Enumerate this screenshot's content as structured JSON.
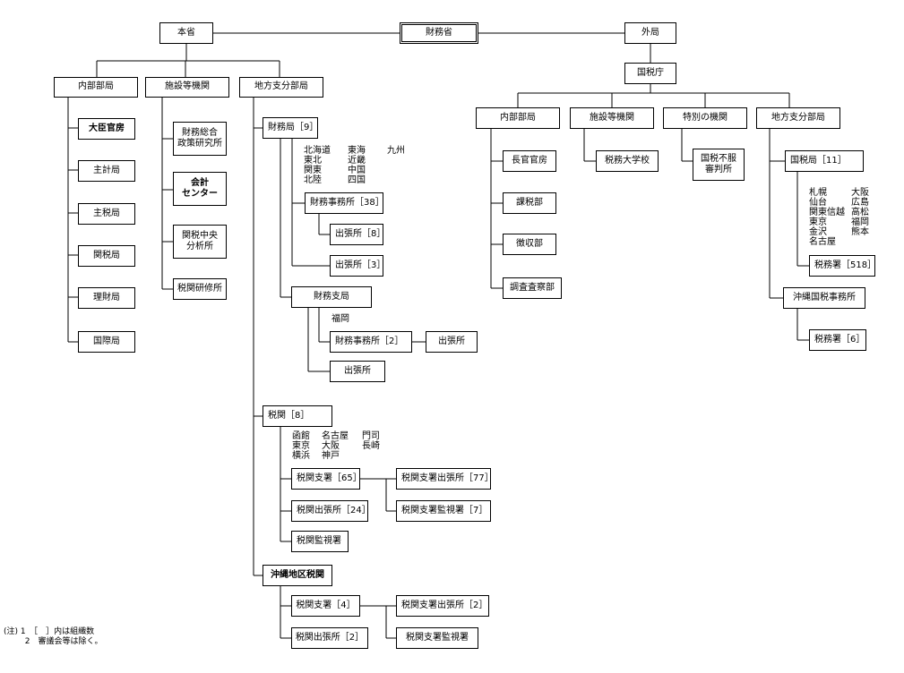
{
  "root": "財務省",
  "honsho": "本省",
  "gaikyoku": "外局",
  "kokuzeicho": "国税庁",
  "honsho_branches": {
    "naibu": "内部部局",
    "shisetsu": "施設等機関",
    "chiho": "地方支分部局"
  },
  "naibu_items": [
    "大臣官房",
    "主計局",
    "主税局",
    "関税局",
    "理財局",
    "国際局"
  ],
  "shisetsu_items": [
    "財務総合\n政策研究所",
    "会計\nセンター",
    "関税中央\n分析所",
    "税関研修所"
  ],
  "zaimukyoku": {
    "label": "財務局［9］",
    "regions": [
      [
        "北海道",
        "東海",
        "九州"
      ],
      [
        "東北",
        "近畿",
        ""
      ],
      [
        "関東",
        "中国",
        ""
      ],
      [
        "北陸",
        "四国",
        ""
      ]
    ],
    "jimusho": "財務事務所［38］",
    "jimusho_shutchojo": "出張所［8］",
    "shutchojo": "出張所［3］"
  },
  "zaimushikyoku": {
    "label": "財務支局",
    "region": "福岡",
    "jimusho": "財務事務所［2］",
    "jimusho_shutchojo": "出張所",
    "shutchojo": "出張所"
  },
  "zeikan": {
    "label": "税関［8］",
    "regions": [
      [
        "函館",
        "名古屋",
        "門司"
      ],
      [
        "東京",
        "大阪",
        "長崎"
      ],
      [
        "横浜",
        "神戸",
        ""
      ]
    ],
    "shisho": "税関支署［65］",
    "shisho_shutchojo": "税関支署出張所［77］",
    "shisho_kanshisho": "税関支署監視署［7］",
    "shutchojo": "税関出張所［24］",
    "kanshisho": "税関監視署"
  },
  "okinawa_zeikan": {
    "label": "沖縄地区税関",
    "shisho": "税関支署［4］",
    "shisho_shutchojo": "税関支署出張所［2］",
    "shisho_kanshisho": "税関支署監視署",
    "shutchojo": "税関出張所［2］"
  },
  "kokuzeicho_branches": {
    "naibu": "内部部局",
    "shisetsu": "施設等機関",
    "tokubetsu": "特別の機関",
    "chiho": "地方支分部局"
  },
  "kokuzeicho_naibu_items": [
    "長官官房",
    "課税部",
    "徴収部",
    "調査査察部"
  ],
  "kokuzeicho_shisetsu_items": [
    "税務大学校"
  ],
  "kokuzeicho_tokubetsu_items": [
    "国税不服\n審判所"
  ],
  "kokuzeikyoku": {
    "label": "国税局［11］",
    "regions": [
      [
        "札幌",
        "大阪"
      ],
      [
        "仙台",
        "広島"
      ],
      [
        "関東信越",
        "高松"
      ],
      [
        "東京",
        "福岡"
      ],
      [
        "金沢",
        "熊本"
      ],
      [
        "名古屋",
        ""
      ]
    ],
    "zeimusho": "税務署［518］"
  },
  "okinawa_kokuzei": {
    "label": "沖縄国税事務所",
    "zeimusho": "税務署［6］"
  },
  "notes": [
    "(注) 1　［　］内は組織数",
    "　　  2　審議会等は除く。"
  ]
}
